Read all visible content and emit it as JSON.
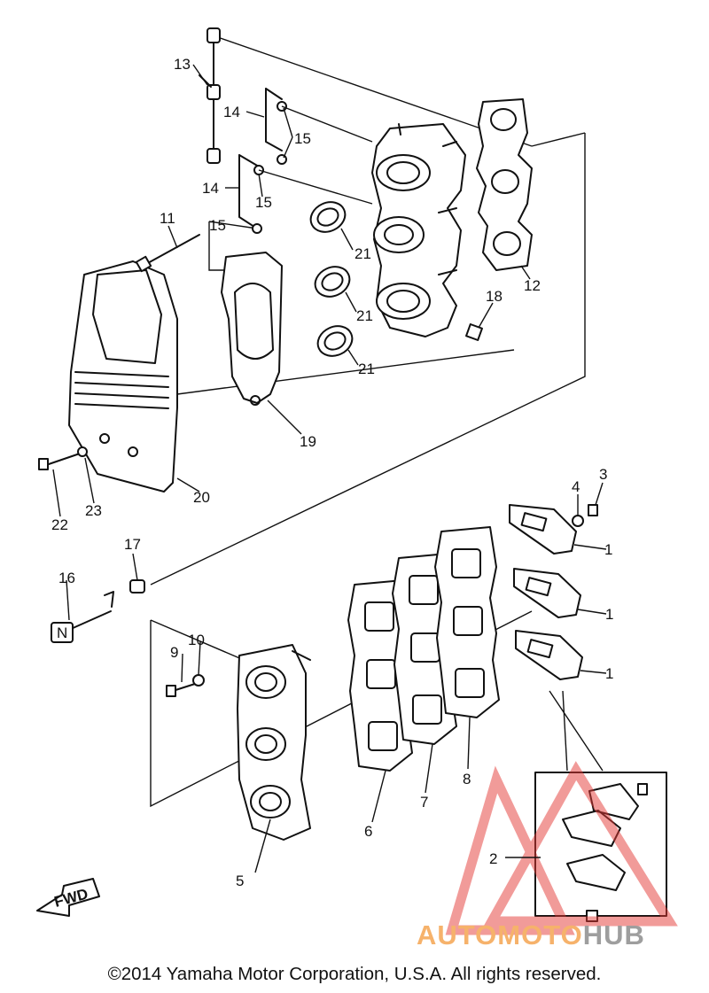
{
  "diagram": {
    "part_numbers": [
      "1",
      "1",
      "1",
      "2",
      "3",
      "4",
      "5",
      "6",
      "7",
      "8",
      "9",
      "10",
      "11",
      "12",
      "13",
      "14",
      "14",
      "15",
      "15",
      "15",
      "16",
      "17",
      "18",
      "19",
      "20",
      "21",
      "21",
      "21",
      "22",
      "23"
    ],
    "fwd_label": "FWD",
    "n_marking": "N"
  },
  "watermark": {
    "brand_part1": "AUTOMOTO",
    "brand_part2": "HUB",
    "brand_color_1": "#f6b26b",
    "brand_color_2": "#9e9e9e",
    "triangle_color": "#e53935"
  },
  "footer": {
    "copyright": "©2014 Yamaha Motor Corporation, U.S.A. All rights reserved."
  }
}
